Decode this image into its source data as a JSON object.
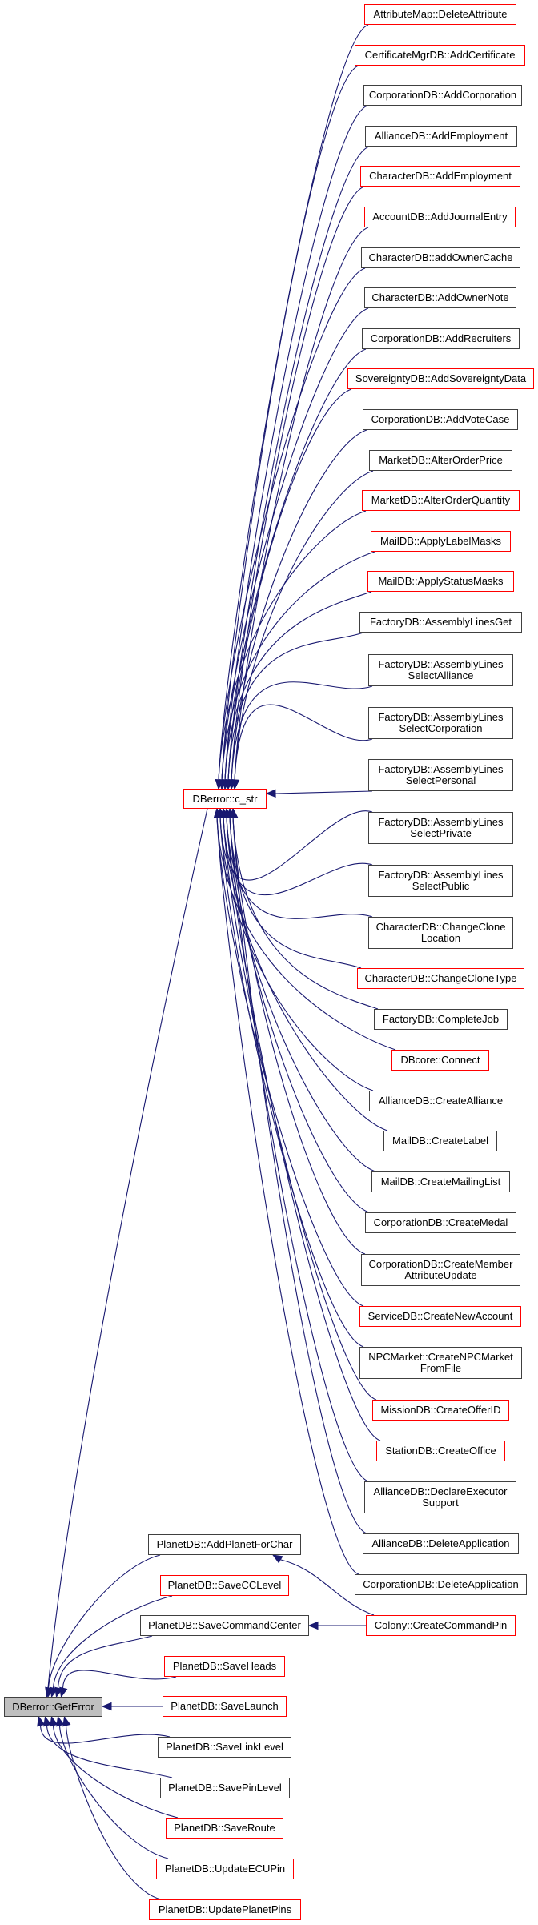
{
  "title": "DBerror::GetError caller graph",
  "colors": {
    "edge": "#191970",
    "documented_border": "#404040",
    "undocumented_border": "#ff0000",
    "root_fill": "#bfbfbf"
  },
  "root": {
    "id": "geterror",
    "label": "DBerror::GetError"
  },
  "hub": {
    "id": "cstr",
    "label": "DBerror::c_str",
    "style": "red"
  },
  "cstr_callers": [
    {
      "label": "AttributeMap::DeleteAttribute",
      "style": "red"
    },
    {
      "label": "CertificateMgrDB::AddCertificate",
      "style": "red"
    },
    {
      "label": "CorporationDB::AddCorporation",
      "style": "black"
    },
    {
      "label": "AllianceDB::AddEmployment",
      "style": "black"
    },
    {
      "label": "CharacterDB::AddEmployment",
      "style": "red"
    },
    {
      "label": "AccountDB::AddJournalEntry",
      "style": "red"
    },
    {
      "label": "CharacterDB::addOwnerCache",
      "style": "black"
    },
    {
      "label": "CharacterDB::AddOwnerNote",
      "style": "black"
    },
    {
      "label": "CorporationDB::AddRecruiters",
      "style": "black"
    },
    {
      "label": "SovereigntyDB::AddSovereigntyData",
      "style": "red"
    },
    {
      "label": "CorporationDB::AddVoteCase",
      "style": "black"
    },
    {
      "label": "MarketDB::AlterOrderPrice",
      "style": "black"
    },
    {
      "label": "MarketDB::AlterOrderQuantity",
      "style": "red"
    },
    {
      "label": "MailDB::ApplyLabelMasks",
      "style": "red"
    },
    {
      "label": "MailDB::ApplyStatusMasks",
      "style": "red"
    },
    {
      "label": "FactoryDB::AssemblyLinesGet",
      "style": "black"
    },
    {
      "label": "FactoryDB::AssemblyLines\nSelectAlliance",
      "style": "black"
    },
    {
      "label": "FactoryDB::AssemblyLines\nSelectCorporation",
      "style": "black"
    },
    {
      "label": "FactoryDB::AssemblyLines\nSelectPersonal",
      "style": "black"
    },
    {
      "label": "FactoryDB::AssemblyLines\nSelectPrivate",
      "style": "black"
    },
    {
      "label": "FactoryDB::AssemblyLines\nSelectPublic",
      "style": "black"
    },
    {
      "label": "CharacterDB::ChangeClone\nLocation",
      "style": "black"
    },
    {
      "label": "CharacterDB::ChangeCloneType",
      "style": "red"
    },
    {
      "label": "FactoryDB::CompleteJob",
      "style": "black"
    },
    {
      "label": "DBcore::Connect",
      "style": "red"
    },
    {
      "label": "AllianceDB::CreateAlliance",
      "style": "black"
    },
    {
      "label": "MailDB::CreateLabel",
      "style": "black"
    },
    {
      "label": "MailDB::CreateMailingList",
      "style": "black"
    },
    {
      "label": "CorporationDB::CreateMedal",
      "style": "black"
    },
    {
      "label": "CorporationDB::CreateMember\nAttributeUpdate",
      "style": "black"
    },
    {
      "label": "ServiceDB::CreateNewAccount",
      "style": "red"
    },
    {
      "label": "NPCMarket::CreateNPCMarket\nFromFile",
      "style": "black"
    },
    {
      "label": "MissionDB::CreateOfferID",
      "style": "red"
    },
    {
      "label": "StationDB::CreateOffice",
      "style": "red"
    },
    {
      "label": "AllianceDB::DeclareExecutor\nSupport",
      "style": "black"
    },
    {
      "label": "AllianceDB::DeleteApplication",
      "style": "black"
    },
    {
      "label": "CorporationDB::DeleteApplication",
      "style": "black"
    }
  ],
  "geterror_callers": [
    {
      "id": "addplanet",
      "label": "PlanetDB::AddPlanetForChar",
      "style": "black"
    },
    {
      "id": "saveccl",
      "label": "PlanetDB::SaveCCLevel",
      "style": "red"
    },
    {
      "id": "savecc",
      "label": "PlanetDB::SaveCommandCenter",
      "style": "black"
    },
    {
      "id": "saveheads",
      "label": "PlanetDB::SaveHeads",
      "style": "red"
    },
    {
      "id": "savelaunch",
      "label": "PlanetDB::SaveLaunch",
      "style": "red"
    },
    {
      "id": "savelink",
      "label": "PlanetDB::SaveLinkLevel",
      "style": "black"
    },
    {
      "id": "savepin",
      "label": "PlanetDB::SavePinLevel",
      "style": "black"
    },
    {
      "id": "saveroute",
      "label": "PlanetDB::SaveRoute",
      "style": "red"
    },
    {
      "id": "updecu",
      "label": "PlanetDB::UpdateECUPin",
      "style": "red"
    },
    {
      "id": "updpins",
      "label": "PlanetDB::UpdatePlanetPins",
      "style": "red"
    }
  ],
  "colony": {
    "id": "colony",
    "label": "Colony::CreateCommandPin",
    "style": "red",
    "calls": [
      "addplanet",
      "savecc"
    ]
  }
}
